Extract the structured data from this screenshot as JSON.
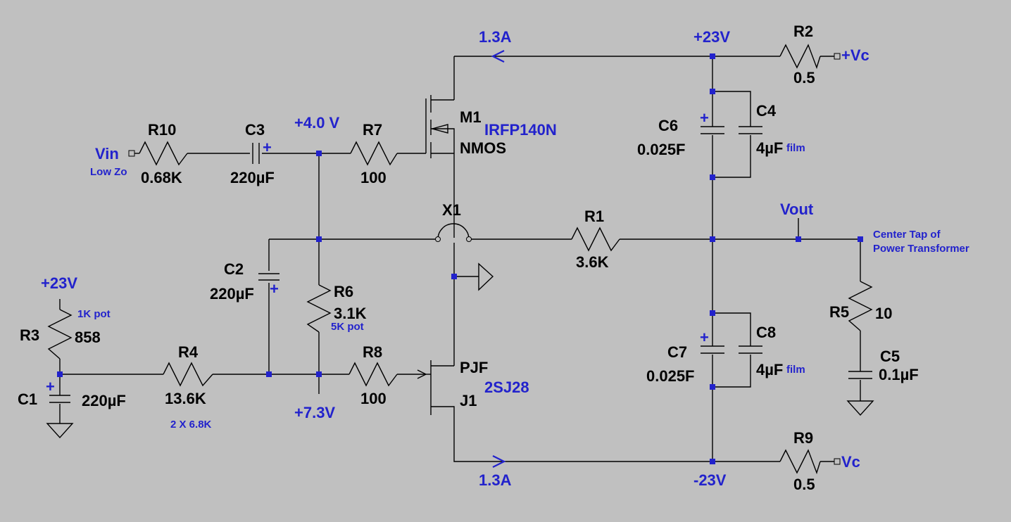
{
  "nets": {
    "plus23_top": "+23V",
    "minus23": "-23V",
    "plus4": "+4.0 V",
    "plus73": "+7.3V",
    "plus23_left": "+23V",
    "vout": "Vout",
    "vin": "Vin",
    "low_zo": "Low Zo",
    "vc_top": "+Vc",
    "vc_bottom": "Vc",
    "center_tap_line1": "Center Tap of",
    "center_tap_line2": "Power Transformer",
    "current_top": "1.3A",
    "current_bottom": "1.3A"
  },
  "components": {
    "R10": {
      "name": "R10",
      "value": "0.68K"
    },
    "C3": {
      "name": "C3",
      "value": "220µF"
    },
    "R7": {
      "name": "R7",
      "value": "100"
    },
    "M1": {
      "name": "M1",
      "part": "IRFP140N",
      "type": "NMOS"
    },
    "R2": {
      "name": "R2",
      "value": "0.5"
    },
    "C6": {
      "name": "C6",
      "value": "0.025F"
    },
    "C4": {
      "name": "C4",
      "value": "4µF",
      "note": "film"
    },
    "X1": {
      "name": "X1"
    },
    "R1": {
      "name": "R1",
      "value": "3.6K"
    },
    "C2": {
      "name": "C2",
      "value": "220µF"
    },
    "R6": {
      "name": "R6",
      "value": "3.1K",
      "note": "5K pot"
    },
    "R3": {
      "name": "R3",
      "value": "858",
      "note": "1K pot"
    },
    "C1": {
      "name": "C1",
      "value": "220µF"
    },
    "R4": {
      "name": "R4",
      "value": "13.6K",
      "note": "2 X 6.8K"
    },
    "R8": {
      "name": "R8",
      "value": "100"
    },
    "J1": {
      "name_a": "PJF",
      "name_b": "J1",
      "part": "2SJ28"
    },
    "C7": {
      "name": "C7",
      "value": "0.025F"
    },
    "C8": {
      "name": "C8",
      "value": "4µF",
      "note": "film"
    },
    "R5": {
      "name": "R5",
      "value": "10"
    },
    "C5": {
      "name": "C5",
      "value": "0.1µF"
    },
    "R9": {
      "name": "R9",
      "value": "0.5"
    }
  },
  "polarity_mark": "+"
}
